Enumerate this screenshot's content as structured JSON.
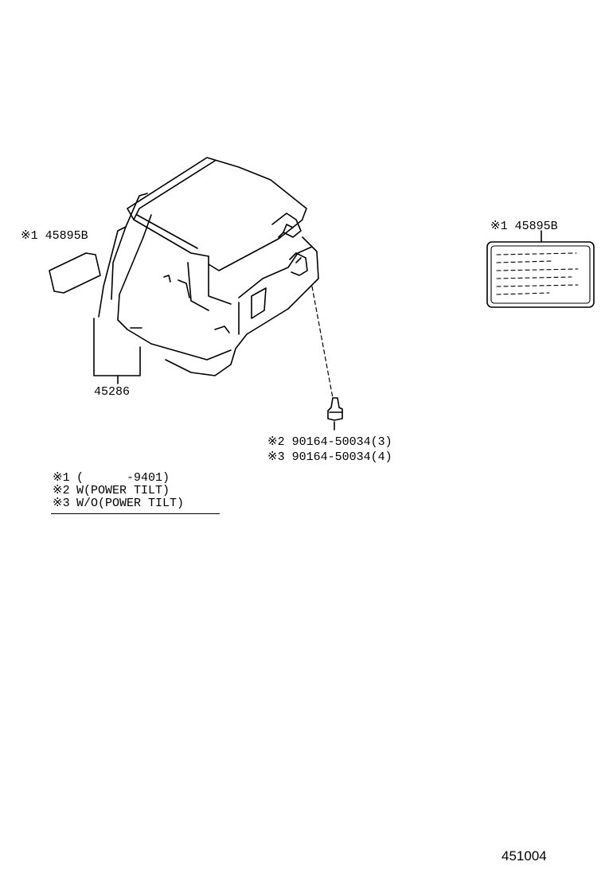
{
  "parts": {
    "cover_label": "45286",
    "plate_left": {
      "mark": "※1",
      "number": "45895B"
    },
    "plate_right": {
      "mark": "※1",
      "number": "45895B"
    },
    "screw_1": {
      "mark": "※2",
      "number": "90164-50034",
      "qty": "(3)"
    },
    "screw_2": {
      "mark": "※3",
      "number": "90164-50034",
      "qty": "(4)"
    }
  },
  "notes": [
    {
      "mark": "※1",
      "text": "(      -9401)"
    },
    {
      "mark": "※2",
      "text": "W(POWER TILT)"
    },
    {
      "mark": "※3",
      "text": "W/O(POWER TILT)"
    }
  ],
  "reference": "451004"
}
